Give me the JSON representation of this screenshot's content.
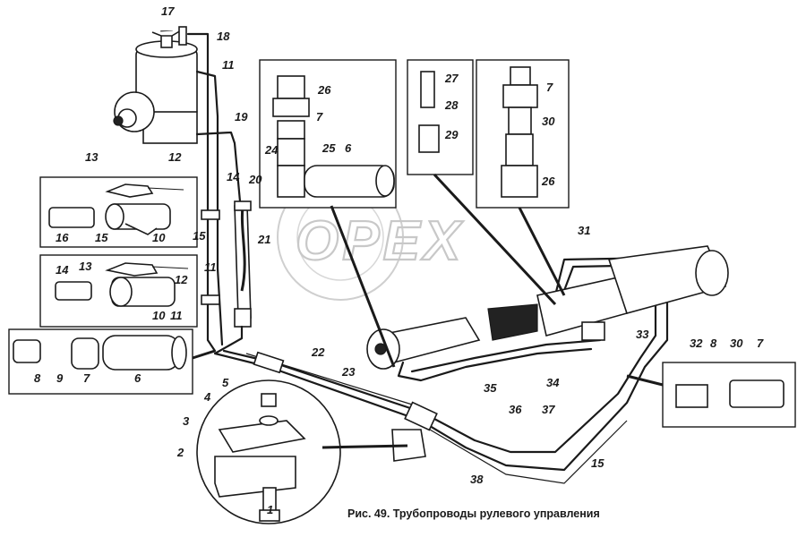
{
  "caption": "Рис. 49. Трубопроводы рулевого управления",
  "watermark": "OPEX",
  "part_labels": [
    "1",
    "2",
    "3",
    "4",
    "5",
    "6",
    "7",
    "8",
    "9",
    "10",
    "11",
    "12",
    "13",
    "14",
    "15",
    "16",
    "17",
    "18",
    "19",
    "20",
    "21",
    "22",
    "23",
    "24",
    "25",
    "26",
    "27",
    "28",
    "29",
    "30",
    "31",
    "32",
    "33",
    "34",
    "35",
    "36",
    "37",
    "38"
  ]
}
